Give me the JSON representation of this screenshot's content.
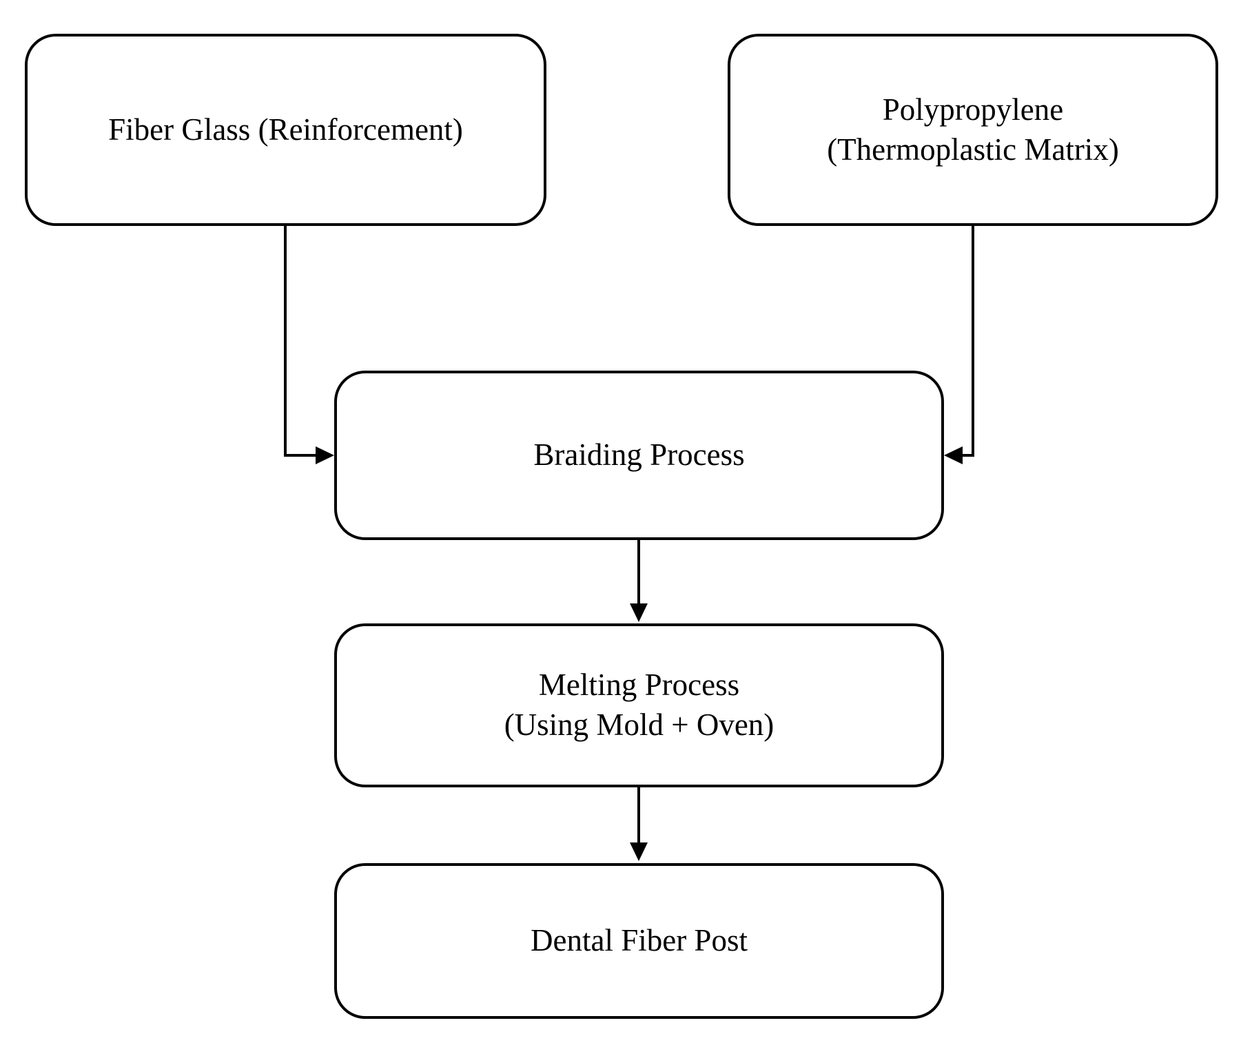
{
  "diagram": {
    "type": "flowchart",
    "colors": {
      "background": "#ffffff",
      "node_border": "#000000",
      "node_fill": "#ffffff",
      "text": "#000000",
      "connector": "#000000"
    },
    "nodes": [
      {
        "id": "fiber-glass",
        "lines": [
          "Fiber Glass (Reinforcement)"
        ]
      },
      {
        "id": "polypropylene",
        "lines": [
          "Polypropylene",
          "(Thermoplastic Matrix)"
        ]
      },
      {
        "id": "braiding-process",
        "lines": [
          "Braiding Process"
        ]
      },
      {
        "id": "melting-process",
        "lines": [
          "Melting Process",
          "(Using Mold + Oven)"
        ]
      },
      {
        "id": "dental-fiber-post",
        "lines": [
          "Dental Fiber Post"
        ]
      }
    ],
    "edges": [
      {
        "from": "fiber-glass",
        "to": "braiding-process",
        "enters": "left-side"
      },
      {
        "from": "polypropylene",
        "to": "braiding-process",
        "enters": "right-side"
      },
      {
        "from": "braiding-process",
        "to": "melting-process",
        "enters": "top"
      },
      {
        "from": "melting-process",
        "to": "dental-fiber-post",
        "enters": "top"
      }
    ]
  }
}
